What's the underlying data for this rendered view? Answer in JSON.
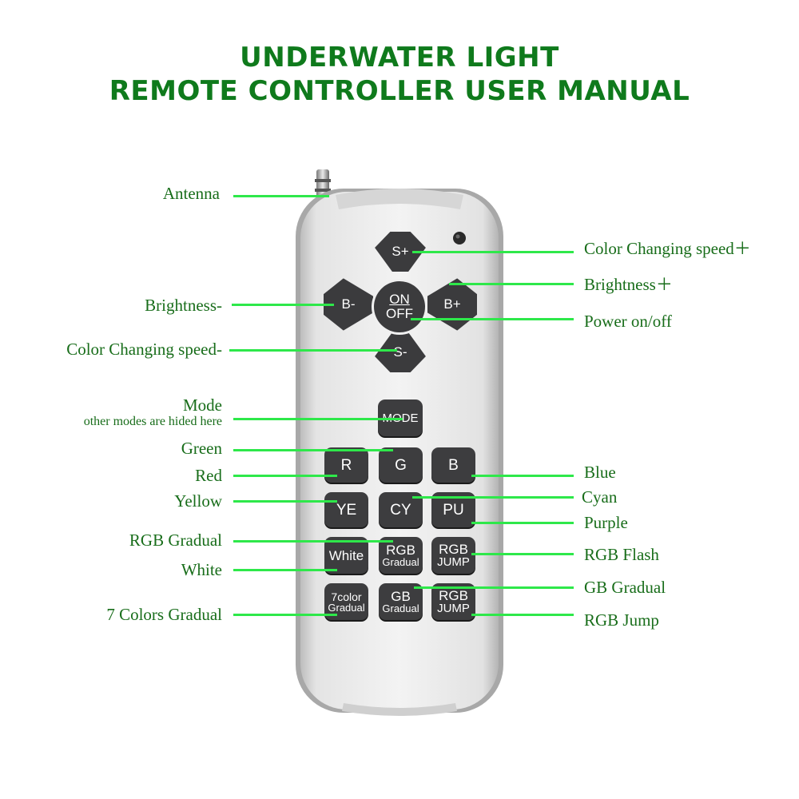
{
  "title": {
    "line1": "UNDERWATER LIGHT",
    "line2": "REMOTE CONTROLLER USER MANUAL"
  },
  "colors": {
    "title": "#0f7a1c",
    "label": "#186d1a",
    "leader": "#2ee84a",
    "button": "#3d3d3f",
    "remote_body": "#e8e8e8"
  },
  "buttons": {
    "s_plus": "S+",
    "s_minus": "S-",
    "b_minus": "B-",
    "b_plus": "B+",
    "on": "ON",
    "off": "OFF",
    "mode": "MODE",
    "r": "R",
    "g": "G",
    "b": "B",
    "ye": "YE",
    "cy": "CY",
    "pu": "PU",
    "white": "White",
    "rgb_gradual_1": "RGB",
    "rgb_gradual_2": "Gradual",
    "rgb_flash_1": "RGB",
    "rgb_flash_2": "JUMP",
    "seven_1": "7color",
    "seven_2": "Gradual",
    "gb_1": "GB",
    "gb_2": "Gradual",
    "rgb_jump_1": "RGB",
    "rgb_jump_2": "JUMP"
  },
  "labels": {
    "antenna": "Antenna",
    "brightness_minus": "Brightness-",
    "color_speed_minus": "Color Changing speed-",
    "mode": "Mode",
    "mode_sub": "other modes are hided here",
    "green": "Green",
    "red": "Red",
    "yellow": "Yellow",
    "rgb_gradual": "RGB Gradual",
    "white": "White",
    "seven_colors": "7 Colors Gradual",
    "color_speed_plus": "Color Changing speed＋",
    "brightness_plus": "Brightness＋",
    "power": "Power on/off",
    "blue": "Blue",
    "cyan": "Cyan",
    "purple": "Purple",
    "rgb_flash": "RGB Flash",
    "gb_gradual": "GB Gradual",
    "rgb_jump": "RGB Jump"
  }
}
